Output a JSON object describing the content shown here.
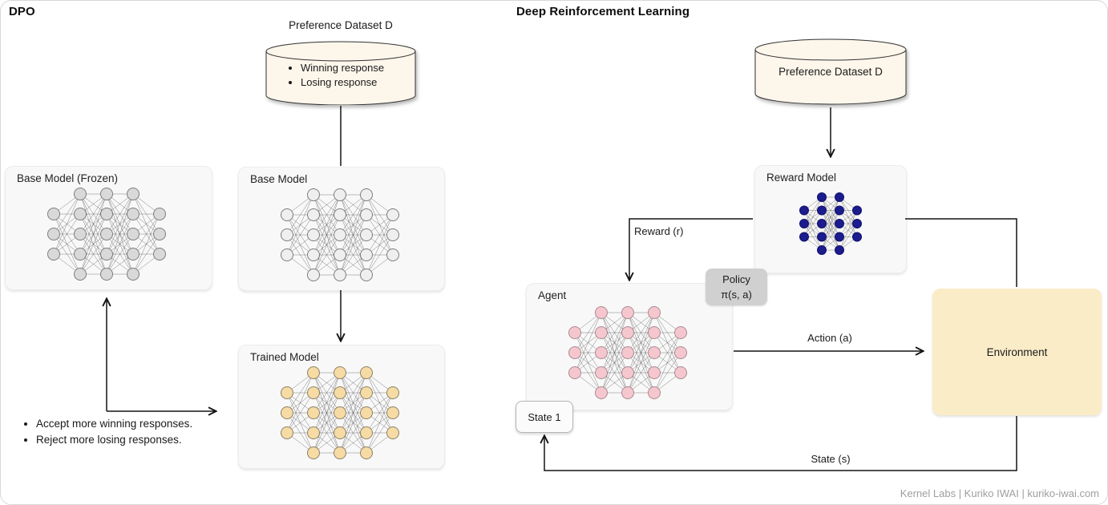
{
  "canvas": {
    "background": "#ffffff",
    "border": "#d8d8d8"
  },
  "footer": {
    "credit": "Kernel Labs | Kuriko IWAI | kuriko-iwai.com"
  },
  "networks": {
    "large_layers": [
      3,
      5,
      5,
      5,
      3
    ],
    "reward_layers": [
      3,
      5,
      5,
      3
    ]
  },
  "dpo": {
    "title": "DPO",
    "dataset": {
      "label": "Preference Dataset D",
      "fill": "#fdf6eb",
      "items": [
        "Winning response",
        "Losing response"
      ]
    },
    "frozen_model": {
      "label": "Base Model (Frozen)",
      "node_fill": "#d9d9d9",
      "node_stroke": "#7d7d7d"
    },
    "base_model": {
      "label": "Base Model",
      "node_fill": "#efefef",
      "node_stroke": "#7d7d7d"
    },
    "trained_model": {
      "label": "Trained Model",
      "node_fill": "#f6dba4",
      "node_stroke": "#8d8168"
    },
    "notes": [
      "Accept more winning responses.",
      "Reject more losing responses."
    ]
  },
  "drl": {
    "title": "Deep Reinforcement Learning",
    "dataset": {
      "label": "Preference Dataset D",
      "fill": "#fdf6eb"
    },
    "reward_model": {
      "label": "Reward Model",
      "node_fill": "#1c1c8f",
      "node_stroke": "#10106a"
    },
    "agent": {
      "label": "Agent",
      "node_fill": "#f6c6cf",
      "node_stroke": "#a98b91"
    },
    "environment": {
      "label": "Environment",
      "fill": "#fbecc8"
    },
    "policy": {
      "line1": "Policy",
      "line2": "π(s, a)",
      "fill": "#d0d0d0"
    },
    "state_box": {
      "label": "State 1"
    },
    "edges": {
      "reward": "Reward (r)",
      "action": "Action (a)",
      "state": "State (s)"
    }
  }
}
